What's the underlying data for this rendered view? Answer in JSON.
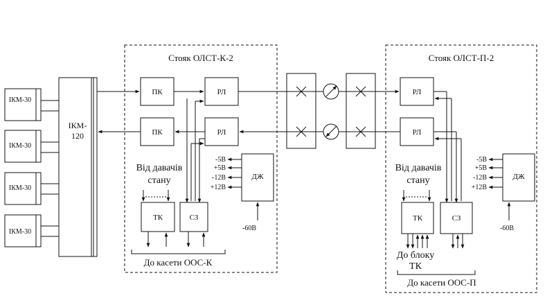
{
  "left_rack": {
    "title": "Стояк ОЛСТ-К-2",
    "pk1": "ПК",
    "pk2": "ПК",
    "rl1": "РЛ",
    "rl2": "РЛ",
    "power": "ДЖ",
    "voltages": [
      "-5В",
      "+5В",
      "-12В",
      "+12В"
    ],
    "ground": "-60В",
    "sensors_line1": "Від давачів",
    "sensors_line2": "стану",
    "tk": "ТК",
    "sz": "СЗ",
    "footer": "До касети ООС-К"
  },
  "right_rack": {
    "title": "Стояк ОЛСТ-П-2",
    "rl1": "РЛ",
    "rl2": "РЛ",
    "power": "ДЖ",
    "voltages": [
      "-5В",
      "+5В",
      "-12В",
      "+12В"
    ],
    "ground": "-60В",
    "sensors_line1": "Від давачів",
    "sensors_line2": "стану",
    "tk": "ТК",
    "sz": "СЗ",
    "to_block_line1": "До блоку",
    "to_block_line2": "ТК",
    "footer": "До касети ООС-П"
  },
  "ikm30": [
    "ІКМ-30",
    "ІКМ-30",
    "ІКМ-30",
    "ІКМ-30"
  ],
  "ikm120_line1": "ІКМ-",
  "ikm120_line2": "120"
}
